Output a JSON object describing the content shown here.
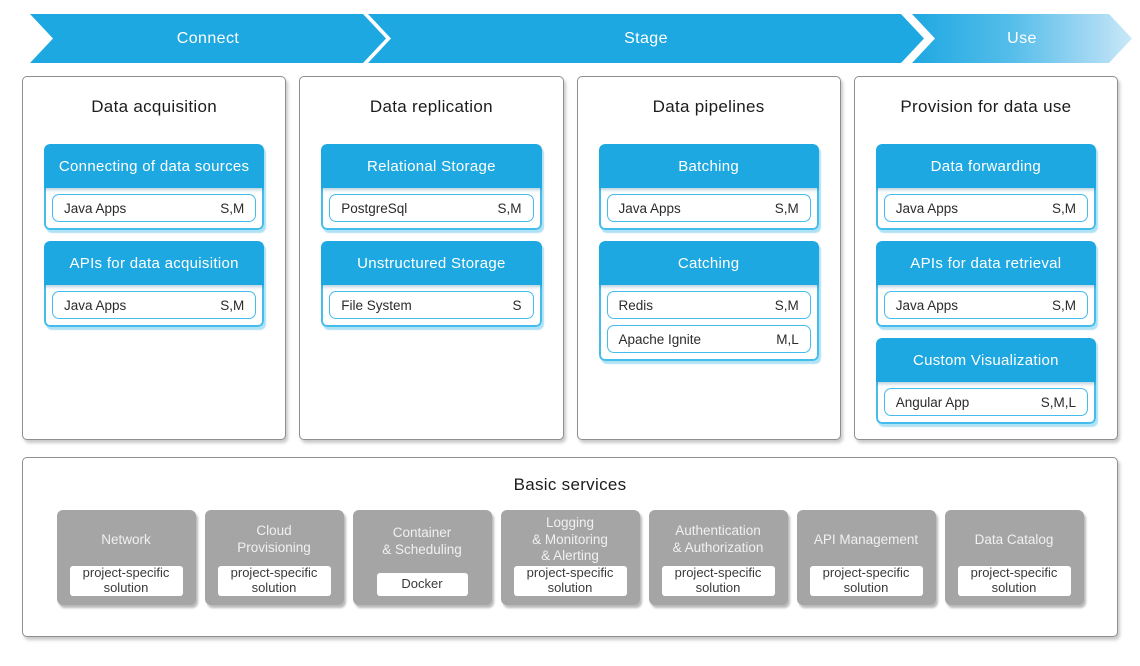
{
  "banner": {
    "steps": [
      {
        "label": "Connect"
      },
      {
        "label": "Stage"
      },
      {
        "label": "Use"
      }
    ]
  },
  "colors": {
    "accent_blue": "#1ea8e1",
    "accent_blue_light": "#c9e9f8",
    "card_border_blue": "#45bdec",
    "gray_card": "#a5a5a5",
    "panel_border": "#8f8f8f"
  },
  "columns": [
    {
      "title": "Data acquisition",
      "cards": [
        {
          "title": "Connecting of data sources",
          "items": [
            {
              "label": "Java Apps",
              "size": "S,M"
            }
          ]
        },
        {
          "title": "APIs for data acquisition",
          "items": [
            {
              "label": "Java Apps",
              "size": "S,M"
            }
          ]
        }
      ]
    },
    {
      "title": "Data replication",
      "cards": [
        {
          "title": "Relational Storage",
          "items": [
            {
              "label": "PostgreSql",
              "size": "S,M"
            }
          ]
        },
        {
          "title": "Unstructured Storage",
          "items": [
            {
              "label": "File System",
              "size": "S"
            }
          ]
        }
      ]
    },
    {
      "title": "Data pipelines",
      "cards": [
        {
          "title": "Batching",
          "items": [
            {
              "label": "Java Apps",
              "size": "S,M"
            }
          ]
        },
        {
          "title": "Catching",
          "items": [
            {
              "label": "Redis",
              "size": "S,M"
            },
            {
              "label": "Apache Ignite",
              "size": "M,L"
            }
          ]
        }
      ]
    },
    {
      "title": "Provision for data use",
      "cards": [
        {
          "title": "Data forwarding",
          "items": [
            {
              "label": "Java Apps",
              "size": "S,M"
            }
          ]
        },
        {
          "title": "APIs for data retrieval",
          "items": [
            {
              "label": "Java Apps",
              "size": "S,M"
            }
          ]
        },
        {
          "title": "Custom Visualization",
          "items": [
            {
              "label": "Angular App",
              "size": "S,M,L"
            }
          ]
        }
      ]
    }
  ],
  "basic_services": {
    "title": "Basic services",
    "items": [
      {
        "title": "Network",
        "solution": "project-specific\nsolution"
      },
      {
        "title": "Cloud\nProvisioning",
        "solution": "project-specific\nsolution"
      },
      {
        "title": "Container\n& Scheduling",
        "solution": "Docker"
      },
      {
        "title": "Logging\n& Monitoring\n& Alerting",
        "solution": "project-specific\nsolution"
      },
      {
        "title": "Authentication\n& Authorization",
        "solution": "project-specific\nsolution"
      },
      {
        "title": "API Management",
        "solution": "project-specific\nsolution"
      },
      {
        "title": "Data Catalog",
        "solution": "project-specific\nsolution"
      }
    ]
  }
}
